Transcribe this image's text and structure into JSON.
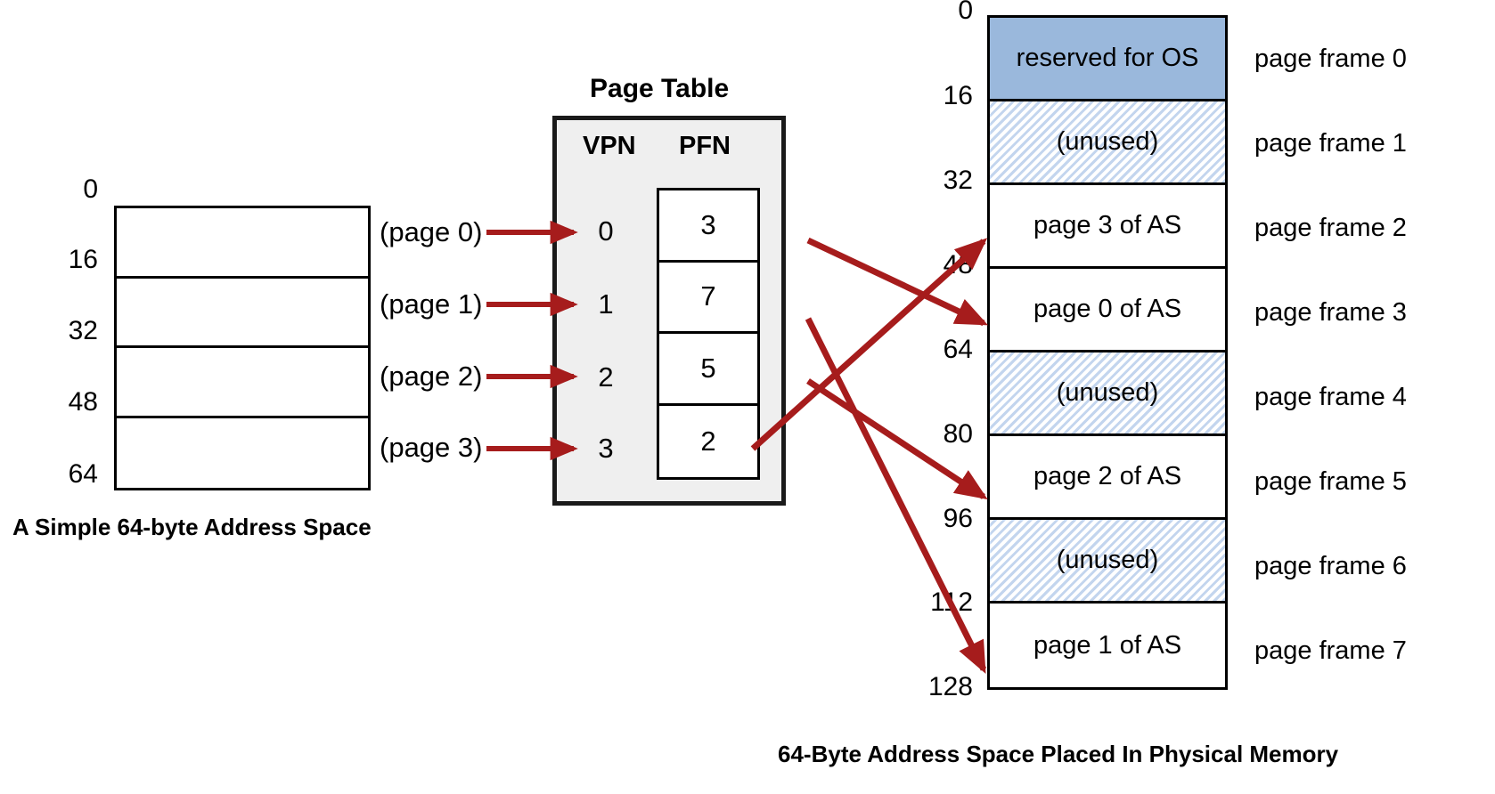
{
  "address_space": {
    "caption": "A Simple 64-byte Address Space",
    "offsets": [
      "0",
      "16",
      "32",
      "48",
      "64"
    ],
    "page_labels": [
      "(page 0)",
      "(page 1)",
      "(page 2)",
      "(page 3)"
    ]
  },
  "page_table": {
    "title": "Page Table",
    "columns": {
      "vpn": "VPN",
      "pfn": "PFN"
    },
    "rows": [
      {
        "vpn": "0",
        "pfn": "3"
      },
      {
        "vpn": "1",
        "pfn": "7"
      },
      {
        "vpn": "2",
        "pfn": "5"
      },
      {
        "vpn": "3",
        "pfn": "2"
      }
    ]
  },
  "physical_memory": {
    "caption": "64-Byte Address Space Placed In Physical Memory",
    "offsets": [
      "0",
      "16",
      "32",
      "48",
      "64",
      "80",
      "96",
      "112",
      "128"
    ],
    "frames": [
      {
        "content": "reserved for OS",
        "label": "page frame 0",
        "kind": "os"
      },
      {
        "content": "(unused)",
        "label": "page frame 1",
        "kind": "unused"
      },
      {
        "content": "page 3 of AS",
        "label": "page frame 2",
        "kind": "used"
      },
      {
        "content": "page 0 of AS",
        "label": "page frame 3",
        "kind": "used"
      },
      {
        "content": "(unused)",
        "label": "page frame 4",
        "kind": "unused"
      },
      {
        "content": "page 2 of AS",
        "label": "page frame 5",
        "kind": "used"
      },
      {
        "content": "(unused)",
        "label": "page frame 6",
        "kind": "unused"
      },
      {
        "content": "page 1 of AS",
        "label": "page frame 7",
        "kind": "used"
      }
    ]
  },
  "colors": {
    "arrow": "#a61c1c",
    "os_fill": "#9ab8dc",
    "unused_hatch": "#c3d5ee",
    "page_table_fill": "#efefef",
    "outline": "#000000"
  },
  "mappings": [
    {
      "vpn": "0",
      "pfn": "3",
      "target_frame": "page frame 3"
    },
    {
      "vpn": "1",
      "pfn": "7",
      "target_frame": "page frame 7"
    },
    {
      "vpn": "2",
      "pfn": "5",
      "target_frame": "page frame 5"
    },
    {
      "vpn": "3",
      "pfn": "2",
      "target_frame": "page frame 2"
    }
  ]
}
